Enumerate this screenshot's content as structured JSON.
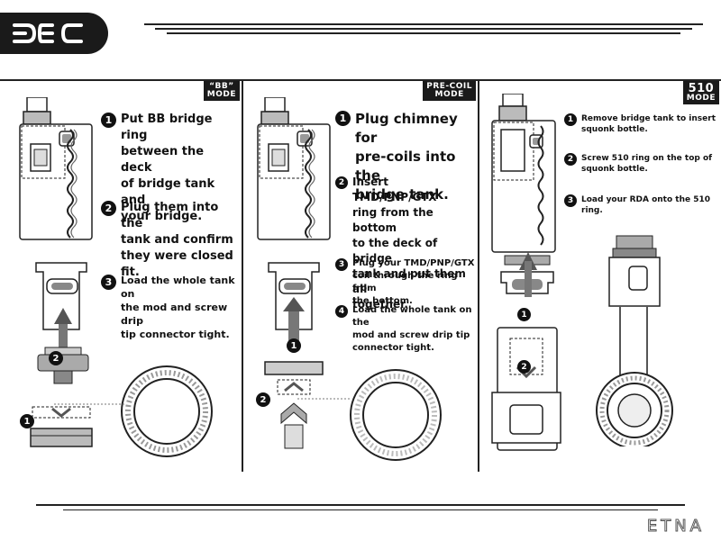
{
  "header": {
    "logo": "DEC"
  },
  "panels": [
    {
      "mode": {
        "line1": "“BB”",
        "line2": "MODE"
      },
      "steps": [
        {
          "num": "1",
          "text": "Put BB bridge ring\nbetween the deck\nof bridge tank and\nyour bridge."
        },
        {
          "num": "2",
          "text": "Plug them into the\ntank and confirm\nthey were closed fit."
        },
        {
          "num": "3",
          "text": "Load the whole tank on\nthe mod and screw drip\ntip connector tight."
        }
      ],
      "callouts": [
        "2",
        "1"
      ]
    },
    {
      "mode": {
        "line1": "PRE-COIL",
        "line2": "MODE"
      },
      "steps": [
        {
          "num": "1",
          "text": "Plug chimney for\npre-coils into the\nbridge tank."
        },
        {
          "num": "2",
          "text": "Insert TMD/PNP/GTX\nring from the bottom\nto the deck of bridge\ntank and put them all\ntogether."
        },
        {
          "num": "3",
          "text": "Plug your TMD/PNP/GTX\ncoil through the ring from\nthe bottom."
        },
        {
          "num": "4",
          "text": "Load the whole tank on the\nmod and screw drip tip\nconnector tight."
        }
      ],
      "callouts": [
        "1",
        "2"
      ]
    },
    {
      "mode": {
        "line1": "510",
        "line2": "MODE"
      },
      "steps": [
        {
          "num": "1",
          "text": "Remove bridge tank to insert\nsquonk bottle."
        },
        {
          "num": "2",
          "text": "Screw 510 ring on the top of\nsquonk bottle."
        },
        {
          "num": "3",
          "text": "Load your RDA onto the 510 ring."
        }
      ],
      "callouts": [
        "1",
        "2"
      ]
    }
  ],
  "footer": {
    "brand": "ETNA"
  },
  "colors": {
    "ink": "#111111",
    "background": "#ffffff"
  },
  "icons": [
    "dec-logo",
    "vape-mod",
    "bridge-tank",
    "bb-bridge-ring",
    "pre-coil-ring",
    "510-ring",
    "squonk-bottle",
    "rda"
  ]
}
